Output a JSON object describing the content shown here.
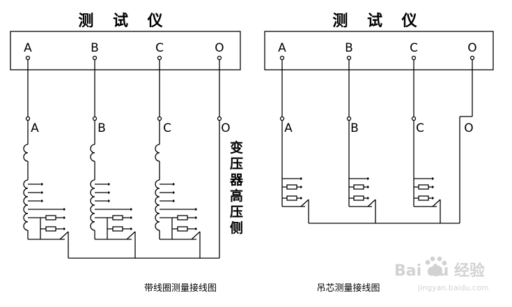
{
  "left_diagram": {
    "instrument_title": "测 试 仪",
    "instrument_terminals": [
      "A",
      "B",
      "C",
      "O"
    ],
    "winding_terminals": [
      "A",
      "B",
      "C",
      "O"
    ],
    "side_label": "变压器高压侧",
    "caption": "带线圈测量接线图"
  },
  "right_diagram": {
    "instrument_title": "测 试 仪",
    "instrument_terminals": [
      "A",
      "B",
      "C",
      "O"
    ],
    "winding_terminals": [
      "A",
      "B",
      "C",
      "O"
    ],
    "caption": "吊芯测量接线图"
  },
  "watermark": {
    "brand": "Bai du 经验",
    "url": "jingyan.baidu.com"
  },
  "colors": {
    "line": "#000000",
    "watermark": "#d2d2d2"
  }
}
